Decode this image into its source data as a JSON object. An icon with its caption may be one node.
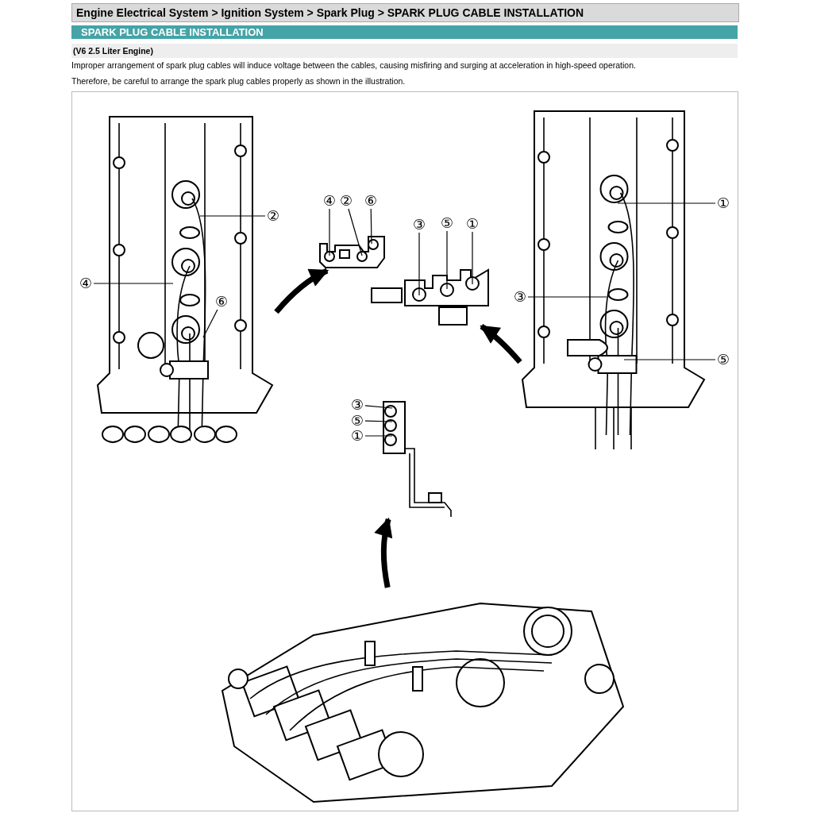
{
  "diagram": {
    "title": "Engine Electrical System > Ignition System > Spark Plug > SPARK PLUG CABLE INSTALLATION",
    "nodes": [
      {
        "text": [],
        "shape": "picture"
      },
      {
        "text": [
          "②"
        ]
      },
      {
        "text": [
          "④"
        ]
      },
      {
        "text": [
          "⑥"
        ],
        "in": 0
      },
      {
        "text": [],
        "shape": "picture"
      },
      {
        "text": [
          "④"
        ]
      },
      {
        "text": [
          "②"
        ]
      },
      {
        "text": [
          "⑥"
        ]
      },
      {
        "text": [],
        "shape": "picture"
      },
      {
        "text": [
          "③"
        ]
      },
      {
        "text": [
          "⑤"
        ]
      },
      {
        "text": [
          "①"
        ]
      },
      {
        "text": [],
        "shape": "picture"
      },
      {
        "text": [
          "①"
        ]
      },
      {
        "text": [
          "③"
        ]
      },
      {
        "text": [
          "⑤"
        ]
      },
      {
        "text": [],
        "shape": "picture"
      },
      {
        "text": [
          "③"
        ]
      },
      {
        "text": [
          "⑤"
        ]
      },
      {
        "text": [
          "①"
        ]
      },
      {
        "text": [],
        "shape": "picture"
      }
    ],
    "edges": [
      {
        "from": 0,
        "to": 4,
        "arrow": "to",
        "style": "thick"
      },
      {
        "from": 12,
        "to": 8,
        "arrow": "to",
        "style": "thick"
      },
      {
        "from": 20,
        "to": 16,
        "arrow": "to",
        "style": "thick"
      },
      {
        "from": 1,
        "to": 0,
        "arrow": "none"
      },
      {
        "from": 2,
        "to": 0,
        "arrow": "none"
      },
      {
        "from": 3,
        "to": 0,
        "arrow": "none"
      },
      {
        "from": 5,
        "to": 4,
        "arrow": "none"
      },
      {
        "from": 6,
        "to": 4,
        "arrow": "none"
      },
      {
        "from": 7,
        "to": 4,
        "arrow": "none"
      },
      {
        "from": 9,
        "to": 8,
        "arrow": "none"
      },
      {
        "from": 10,
        "to": 8,
        "arrow": "none"
      },
      {
        "from": 11,
        "to": 8,
        "arrow": "none"
      },
      {
        "from": 13,
        "to": 12,
        "arrow": "none"
      },
      {
        "from": 14,
        "to": 12,
        "arrow": "none"
      },
      {
        "from": 15,
        "to": 12,
        "arrow": "none"
      },
      {
        "from": 17,
        "to": 16,
        "arrow": "none"
      },
      {
        "from": 18,
        "to": 16,
        "arrow": "none"
      },
      {
        "from": 19,
        "to": 16,
        "arrow": "none"
      }
    ],
    "labels": [
      "SPARK PLUG CABLE INSTALLATION",
      "(V6 2.5 Liter Engine)",
      "Improper arrangement of spark plug cables will induce voltage between the cables, causing misfiring and surging at acceleration in high-speed operation.",
      "Therefore, be careful to arrange the spark plug cables properly as shown in the illustration."
    ]
  }
}
